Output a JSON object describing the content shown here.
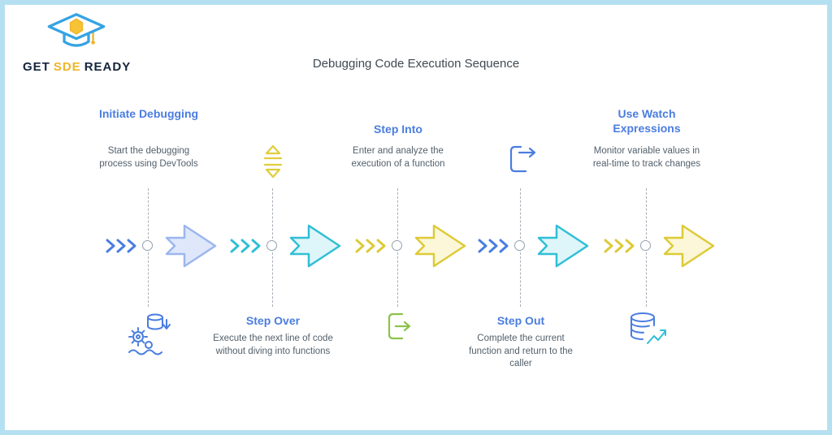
{
  "logo": {
    "text_get": "GET",
    "text_sde": "SDE",
    "text_ready": "READY",
    "colors": {
      "navy": "#14243c",
      "gold": "#f0b429",
      "cap_blue": "#35a3e3"
    }
  },
  "title": "Debugging Code Execution Sequence",
  "timeline": {
    "dash_color": "#a8afb8",
    "node_color": "#94a0ae"
  },
  "steps": [
    {
      "id": "initiate-debugging",
      "title": "Initiate Debugging",
      "description": "Start the debugging process using DevTools",
      "label_position": "top",
      "icon": "gears-database-icon",
      "icon_position": "bottom",
      "accent_color": "#4a7de0",
      "icon_color": "#4a7de0",
      "arrow_fill": "#dfe8fb",
      "arrow_stroke": "#9cb6ee"
    },
    {
      "id": "step-over",
      "title": "Step Over",
      "description": "Execute the next line of code without diving into functions",
      "label_position": "bottom",
      "icon": "step-over-icon",
      "icon_position": "top",
      "accent_color": "#30bfd6",
      "icon_color": "#e0cd3c",
      "arrow_fill": "#def6fa",
      "arrow_stroke": "#30bfd6"
    },
    {
      "id": "step-into",
      "title": "Step Into",
      "description": "Enter and analyze the execution of a function",
      "label_position": "top",
      "icon": "step-into-icon",
      "icon_position": "bottom",
      "accent_color": "#ddca38",
      "icon_color": "#8bc34a",
      "arrow_fill": "#fbf7d8",
      "arrow_stroke": "#ddca38"
    },
    {
      "id": "step-out",
      "title": "Step Out",
      "description": "Complete the current function and return to the caller",
      "label_position": "bottom",
      "icon": "step-out-icon",
      "icon_position": "top",
      "accent_color": "#4a7de0",
      "icon_color": "#4a7de0",
      "arrow_fill": "#def6fa",
      "arrow_stroke": "#30bfd6"
    },
    {
      "id": "use-watch-expressions",
      "title": "Use Watch Expressions",
      "description": "Monitor variable values in real-time to track changes",
      "label_position": "top",
      "icon": "watch-expressions-icon",
      "icon_position": "bottom",
      "accent_color": "#ddca38",
      "icon_color": "#4a7de0",
      "arrow_fill": "#fbf7d8",
      "arrow_stroke": "#ddca38"
    }
  ]
}
